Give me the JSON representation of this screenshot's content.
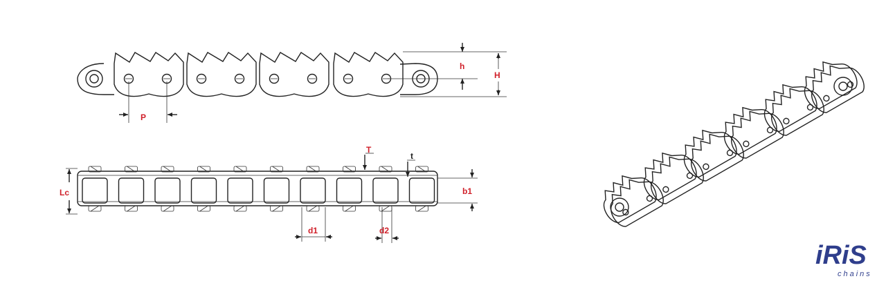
{
  "dimensions": {
    "pitch": "P",
    "tooth_height": "h",
    "total_height": "H",
    "inner_width": "Lc",
    "plate_thickness_T": "T",
    "plate_thickness_t": "t",
    "roller_width": "b1",
    "roller_diameter": "d1",
    "pin_diameter": "d2"
  },
  "logo": {
    "mark": "iRiS",
    "sub": "chains",
    "color": "#2f3e8c"
  },
  "colors": {
    "dimension_label": "#d0202a",
    "line": "#222222"
  }
}
